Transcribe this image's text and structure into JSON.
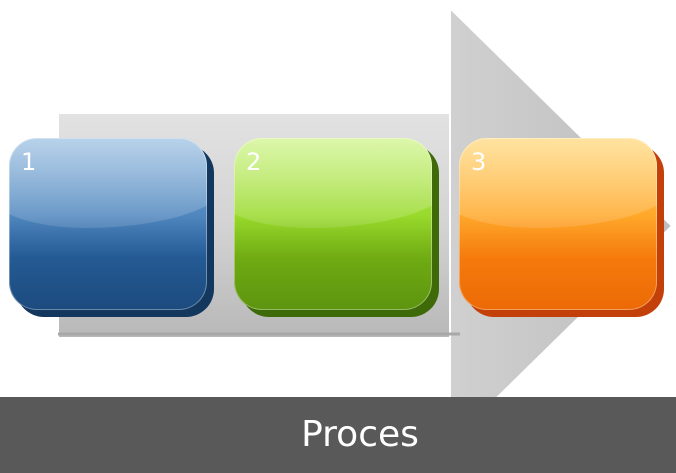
{
  "diagram": {
    "caption": "Proces",
    "steps": [
      {
        "number": "1",
        "color": "#2e6aa8"
      },
      {
        "number": "2",
        "color": "#84c41c"
      },
      {
        "number": "3",
        "color": "#fb9417"
      }
    ],
    "arrow_color": "#d4d4d4",
    "caption_bar_color": "#595959"
  }
}
